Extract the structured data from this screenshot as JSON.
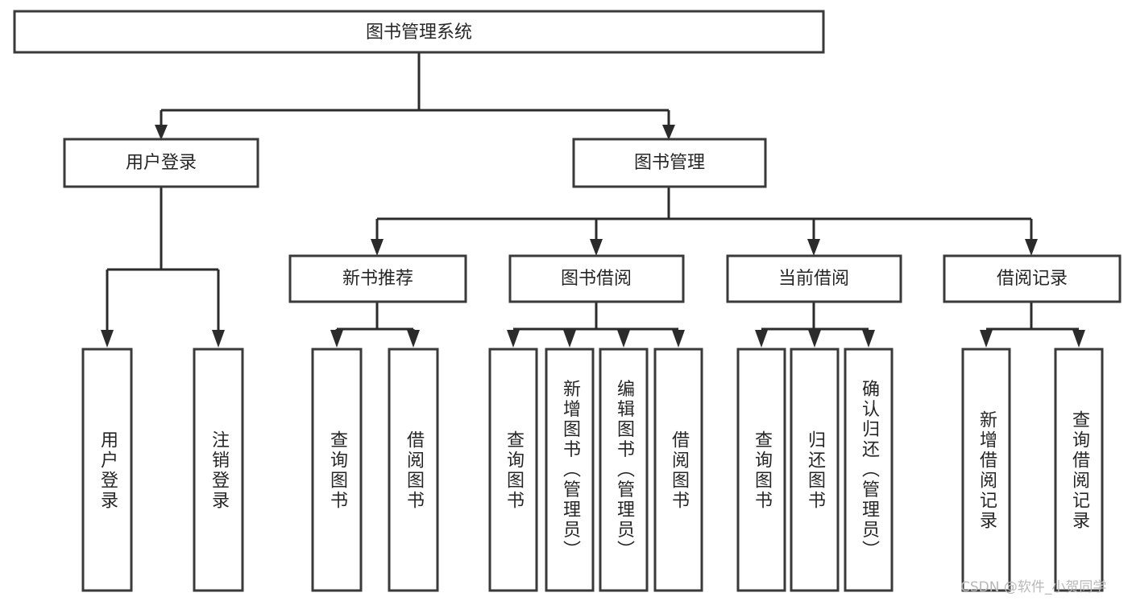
{
  "diagram": {
    "title": "图书管理系统",
    "watermark": "CSDN @软件_小贺同学",
    "colors": {
      "box_stroke": "#3a3a3a",
      "box_fill": "#ffffff",
      "connector": "#2b2b2b",
      "label_text": "#262626",
      "watermark_text": "#b9b9b9",
      "background": "#ffffff"
    },
    "levels": {
      "root": {
        "label": "图书管理系统"
      },
      "level2": [
        {
          "label": "用户登录"
        },
        {
          "label": "图书管理"
        }
      ],
      "level3": [
        {
          "label": "新书推荐"
        },
        {
          "label": "图书借阅"
        },
        {
          "label": "当前借阅"
        },
        {
          "label": "借阅记录"
        }
      ],
      "leaves": [
        {
          "label": "用户登录",
          "parent": "用户登录"
        },
        {
          "label": "注销登录",
          "parent": "用户登录"
        },
        {
          "label": "查询图书",
          "parent": "新书推荐"
        },
        {
          "label": "借阅图书",
          "parent": "新书推荐"
        },
        {
          "label": "查询图书",
          "parent": "图书借阅"
        },
        {
          "label": "新增图书（管理员）",
          "parent": "图书借阅"
        },
        {
          "label": "编辑图书（管理员）",
          "parent": "图书借阅"
        },
        {
          "label": "借阅图书",
          "parent": "图书借阅"
        },
        {
          "label": "查询图书",
          "parent": "当前借阅"
        },
        {
          "label": "归还图书",
          "parent": "当前借阅"
        },
        {
          "label": "确认归还（管理员）",
          "parent": "当前借阅"
        },
        {
          "label": "新增借阅记录",
          "parent": "借阅记录"
        },
        {
          "label": "查询借阅记录",
          "parent": "借阅记录"
        }
      ]
    }
  },
  "chart_data": {
    "type": "diagram",
    "title": "图书管理系统",
    "structure": "tree",
    "nodes": [
      {
        "id": "root",
        "label": "图书管理系统",
        "level": 1,
        "children": [
          "用户登录",
          "图书管理"
        ]
      },
      {
        "id": "用户登录",
        "label": "用户登录",
        "level": 2,
        "children": [
          "用户登录-leaf",
          "注销登录"
        ]
      },
      {
        "id": "图书管理",
        "label": "图书管理",
        "level": 2,
        "children": [
          "新书推荐",
          "图书借阅",
          "当前借阅",
          "借阅记录"
        ]
      },
      {
        "id": "新书推荐",
        "label": "新书推荐",
        "level": 3,
        "children": [
          "查询图书-1",
          "借阅图书-1"
        ]
      },
      {
        "id": "图书借阅",
        "label": "图书借阅",
        "level": 3,
        "children": [
          "查询图书-2",
          "新增图书（管理员）",
          "编辑图书（管理员）",
          "借阅图书-2"
        ]
      },
      {
        "id": "当前借阅",
        "label": "当前借阅",
        "level": 3,
        "children": [
          "查询图书-3",
          "归还图书",
          "确认归还（管理员）"
        ]
      },
      {
        "id": "借阅记录",
        "label": "借阅记录",
        "level": 3,
        "children": [
          "新增借阅记录",
          "查询借阅记录"
        ]
      }
    ]
  }
}
